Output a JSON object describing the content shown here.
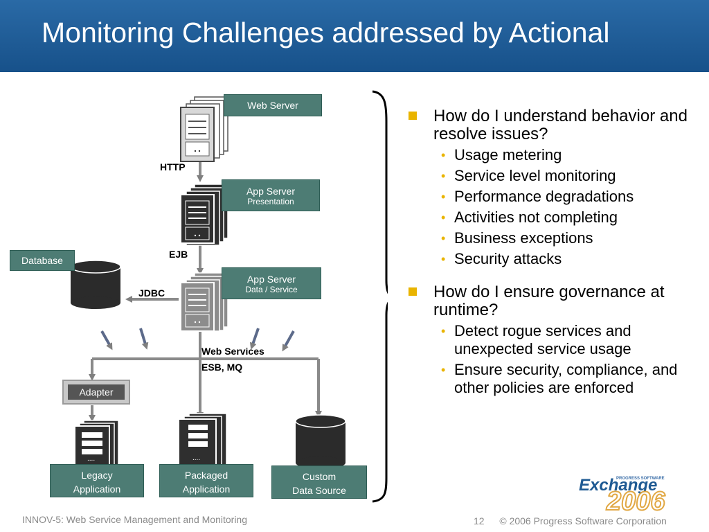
{
  "header": {
    "title": "Monitoring Challenges addressed by Actional"
  },
  "diagram": {
    "web_server_label": "Web Server",
    "http_label": "HTTP",
    "app_server_pres_title": "App Server",
    "app_server_pres_sub": "Presentation",
    "ejb_label": "EJB",
    "database_label": "Database",
    "jdbc_label": "JDBC",
    "app_server_data_title": "App Server",
    "app_server_data_sub": "Data / Service",
    "web_services_label": "Web Services",
    "esb_mq_label": "ESB, MQ",
    "adapter_label": "Adapter",
    "legacy_line1": "Legacy",
    "legacy_line2": "Application",
    "packaged_line1": "Packaged",
    "packaged_line2": "Application",
    "custom_line1": "Custom",
    "custom_line2": "Data Source"
  },
  "bullets": {
    "q1": "How do I understand behavior and resolve issues?",
    "q1_items": [
      "Usage metering",
      "Service level monitoring",
      "Performance degradations",
      "Activities not completing",
      "Business exceptions",
      "Security attacks"
    ],
    "q2": "How do I ensure governance at runtime?",
    "q2_items": [
      "Detect rogue services and unexpected service usage",
      "Ensure security, compliance, and other policies are enforced"
    ]
  },
  "footer": {
    "left": "INNOV-5: Web Service Management and Monitoring",
    "page": "12",
    "copyright": "© 2006 Progress Software Corporation"
  },
  "logo": {
    "word": "Exchange",
    "year": "2006",
    "tag": "PROGRESS SOFTWARE"
  },
  "colors": {
    "header": "#1f5a93",
    "label_box": "#4d7c74",
    "bullet": "#e9b400"
  }
}
